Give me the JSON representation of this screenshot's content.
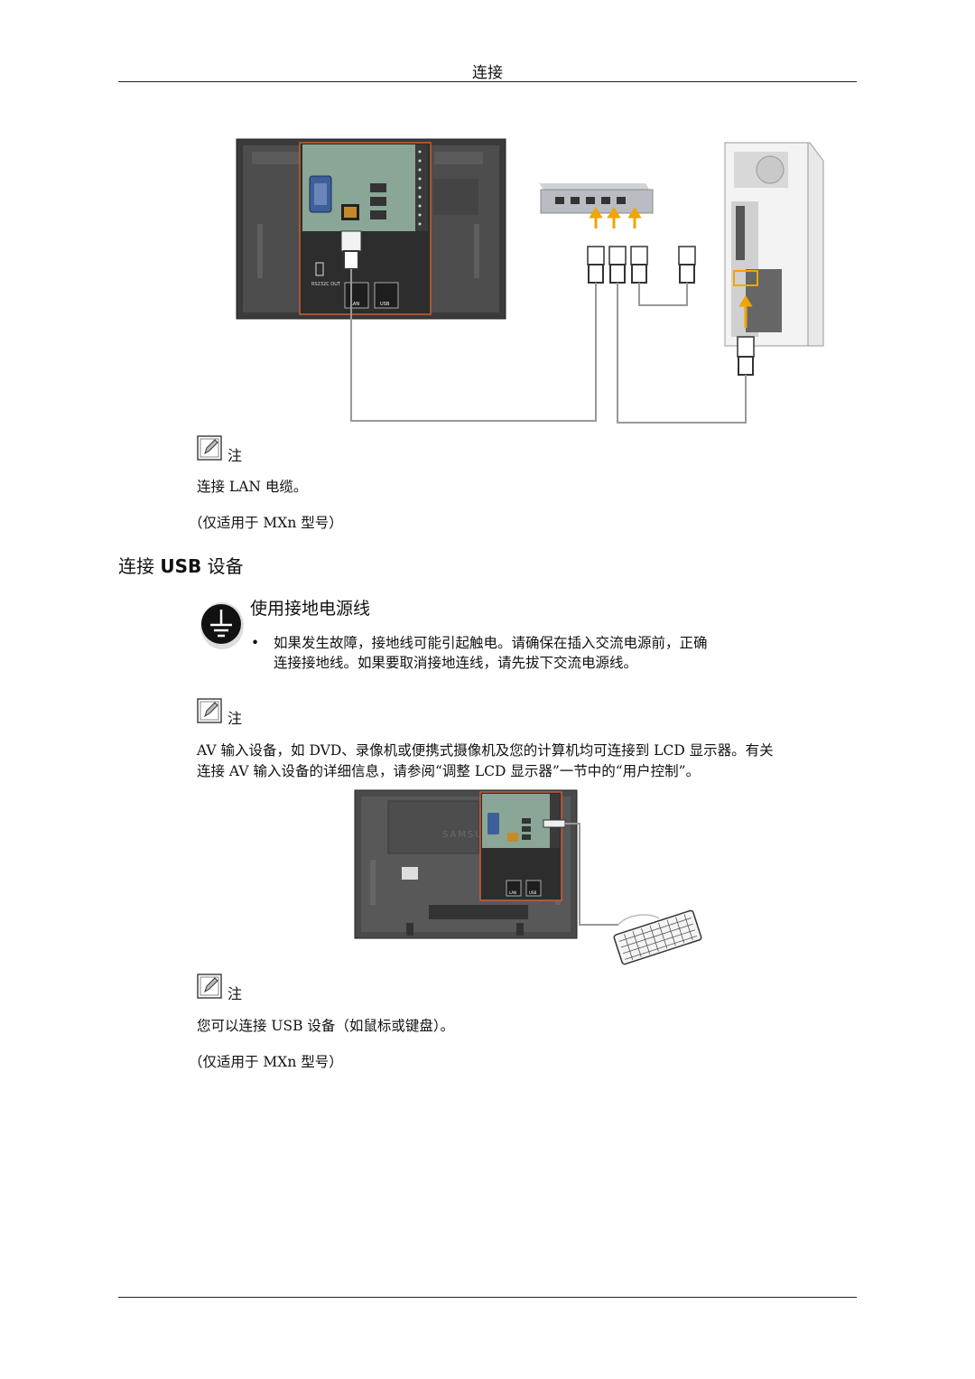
{
  "header": {
    "title": "连接"
  },
  "figure1": {
    "port_labels": {
      "lan": "LAN",
      "usb": "USB",
      "rs232c_out": "RS232C OUT"
    }
  },
  "note1": {
    "label": "注",
    "line1": "连接 LAN 电缆。",
    "line2": "（仅适用于 MXn 型号）"
  },
  "section": {
    "prefix": "连接 ",
    "bold": "USB",
    "suffix": " 设备"
  },
  "warning": {
    "title": "使用接地电源线",
    "bullet": "•",
    "line1": "如果发生故障，接地线可能引起触电。请确保在插入交流电源前，正确",
    "line2": "连接接地线。如果要取消接地连线，请先拔下交流电源线。"
  },
  "note2": {
    "label": "注",
    "line1": "AV 输入设备，如 DVD、录像机或便携式摄像机及您的计算机均可连接到 LCD 显示器。有关",
    "line2": "连接 AV 输入设备的详细信息，请参阅“调整 LCD 显示器”一节中的“用户控制”。"
  },
  "figure2": {
    "brand": "SAMSUNG",
    "port_labels": {
      "lan": "LAN",
      "usb": "USB"
    }
  },
  "note3": {
    "label": "注",
    "line1": "您可以连接 USB 设备（如鼠标或键盘）。",
    "line2": "（仅适用于 MXn 型号）"
  }
}
